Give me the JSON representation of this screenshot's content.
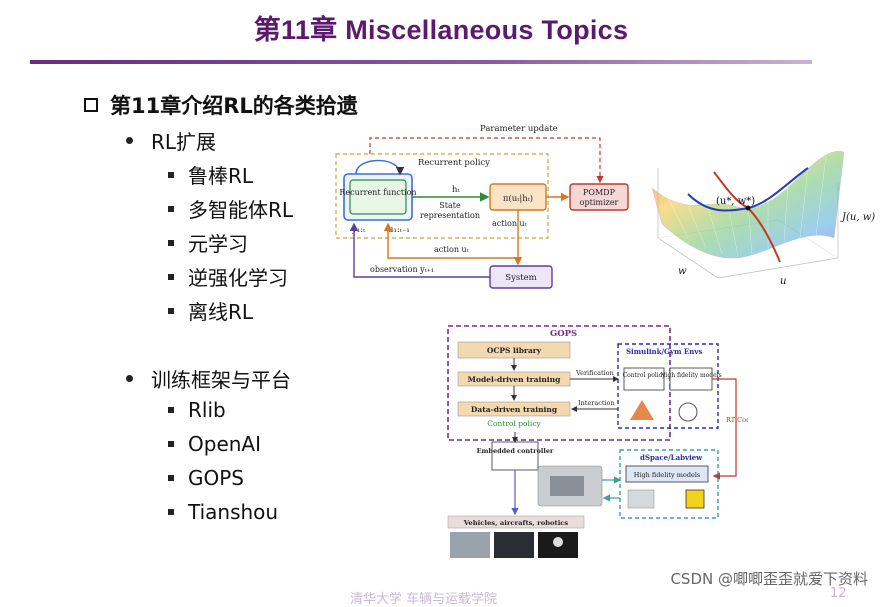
{
  "title": "第11章 Miscellaneous Topics",
  "section": {
    "heading": "第11章介绍RL的各类拾遗",
    "groups": [
      {
        "label": "RL扩展",
        "items": [
          "鲁棒RL",
          "多智能体RL",
          "元学习",
          "逆强化学习",
          "离线RL"
        ]
      },
      {
        "label": "训练框架与平台",
        "items": [
          "Rlib",
          "OpenAI",
          "GOPS",
          "Tianshou"
        ]
      }
    ]
  },
  "diagram_rl": {
    "parameter_update": "Parameter update",
    "recurrent_policy": "Recurrent policy",
    "recurrent_function": "Recurrent function",
    "y_t": "y₁:ₜ",
    "u_prev": "u₁:ₜ₋₁",
    "h_t": "hₜ",
    "state_repr_1": "State",
    "state_repr_2": "representation",
    "pi": "π(uₜ|hₜ)",
    "action_u_inner": "action uₜ",
    "pomdp_1": "POMDP",
    "pomdp_2": "optimizer",
    "action_u_outer": "action uₜ",
    "observation": "observation yₜ₊₁",
    "system": "System"
  },
  "diagram_saddle": {
    "label_point": "(u*, w*)",
    "label_j": "J(u, w)",
    "label_w": "w",
    "label_u": "u"
  },
  "diagram_gops": {
    "gops": "GOPS",
    "ocps": "OCPS library",
    "model_driven": "Model-driven training",
    "data_driven": "Data-driven training",
    "control_policy": "Control policy",
    "verification": "Verification",
    "interaction": "Interaction",
    "sim_env": "Simulink/Gym Envs",
    "sim_control": "Control policy",
    "sim_hifi": "High fidelity models",
    "rt_code": "RT Code",
    "embedded": "Embedded controller",
    "dspace": "dSpace/Labview",
    "dspace_hifi": "High fidelity models",
    "vehicles": "Vehicles, aircrafts, robotics"
  },
  "footer": {
    "faint_text": "清华大学 车辆与运载学院",
    "page_number": "12"
  },
  "watermark": "CSDN @唧唧歪歪就爱下资料",
  "colors": {
    "title": "#5b1a6e",
    "rule": "#6a2a80",
    "gops_border": "#7a2a8a",
    "sim_border": "#2b2bb0",
    "tan_box": "#f4d8b0"
  }
}
